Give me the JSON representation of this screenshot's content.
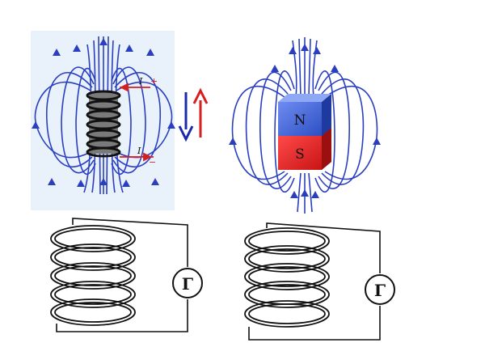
{
  "panels": {
    "solenoid_field": {
      "current_top_label": "I",
      "plus_sign": "+",
      "current_bottom_label": "I",
      "minus_sign": "−"
    },
    "bar_magnet": {
      "north_label": "N",
      "south_label": "S",
      "north_color": "#3a5fd6",
      "south_color": "#e02020"
    },
    "motion_arrows": {
      "down_color": "#1a2aa8",
      "up_color": "#d42020"
    },
    "coil_left": {
      "meter_label": "Γ"
    },
    "coil_right": {
      "meter_label": "Γ"
    }
  },
  "colors": {
    "field_line": "#2a3fc0",
    "coil_wire": "#111111",
    "panel_bg": "#e9f1fb"
  }
}
